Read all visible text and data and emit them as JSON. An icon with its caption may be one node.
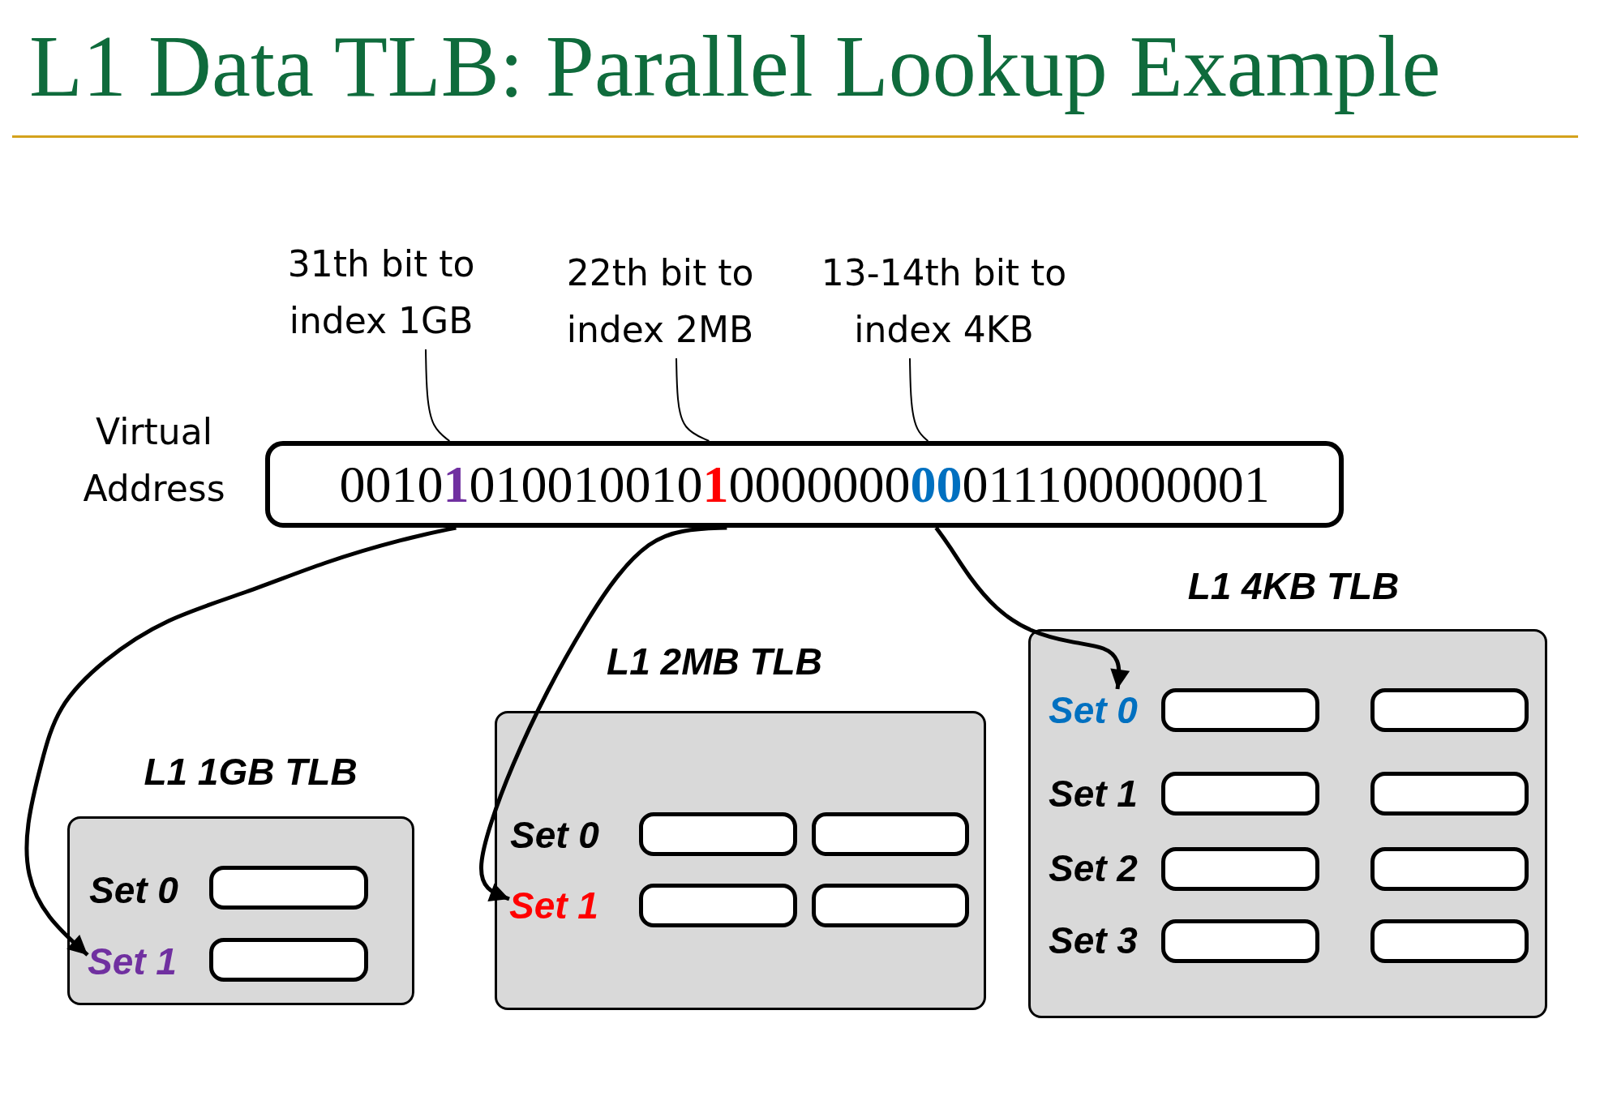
{
  "diagram": {
    "title": "L1 Data TLB: Parallel Lookup Example",
    "nodes": [
      {
        "text": [
          "31th bit to index 1GB"
        ]
      },
      {
        "text": [
          "22th bit to index 2MB"
        ]
      },
      {
        "text": [
          "13-14th bit to index 4KB"
        ]
      },
      {
        "text": [
          "0010**1**010010010**1**0000000**00**011100000001"
        ],
        "beside": [
          "Virtual Address"
        ]
      },
      {
        "text": [
          "L1 1GB TLB"
        ]
      },
      {
        "text": [
          "Set 0"
        ],
        "in": 4
      },
      {
        "text": [],
        "shape": "box",
        "in": 4
      },
      {
        "text": [
          "Set 1"
        ],
        "in": 4
      },
      {
        "text": [],
        "shape": "box",
        "in": 4
      },
      {
        "text": [
          "L1 2MB TLB"
        ]
      },
      {
        "text": [
          "Set 0"
        ],
        "in": 9
      },
      {
        "text": [],
        "shape": "box",
        "in": 9
      },
      {
        "text": [],
        "shape": "box",
        "in": 9
      },
      {
        "text": [
          "Set 1"
        ],
        "in": 9
      },
      {
        "text": [],
        "shape": "box",
        "in": 9
      },
      {
        "text": [],
        "shape": "box",
        "in": 9
      },
      {
        "text": [
          "L1 4KB TLB"
        ]
      },
      {
        "text": [
          "Set 0"
        ],
        "in": 16
      },
      {
        "text": [],
        "shape": "box",
        "in": 16
      },
      {
        "text": [],
        "shape": "box",
        "in": 16
      },
      {
        "text": [
          "Set 1"
        ],
        "in": 16
      },
      {
        "text": [],
        "shape": "box",
        "in": 16
      },
      {
        "text": [],
        "shape": "box",
        "in": 16
      },
      {
        "text": [
          "Set 2"
        ],
        "in": 16
      },
      {
        "text": [],
        "shape": "box",
        "in": 16
      },
      {
        "text": [],
        "shape": "box",
        "in": 16
      },
      {
        "text": [
          "Set 3"
        ],
        "in": 16
      },
      {
        "text": [],
        "shape": "box",
        "in": 16
      },
      {
        "text": [],
        "shape": "box",
        "in": 16
      }
    ],
    "edges": [
      {
        "from": 0,
        "to": 3,
        "arrow": "none"
      },
      {
        "from": 1,
        "to": 3,
        "arrow": "none"
      },
      {
        "from": 2,
        "to": 3,
        "arrow": "none"
      },
      {
        "from": 3,
        "to": 7,
        "arrow": "to",
        "style": "thick"
      },
      {
        "from": 3,
        "to": 13,
        "arrow": "to",
        "style": "thick"
      },
      {
        "from": 3,
        "to": 17,
        "arrow": "to",
        "style": "thick"
      }
    ]
  }
}
